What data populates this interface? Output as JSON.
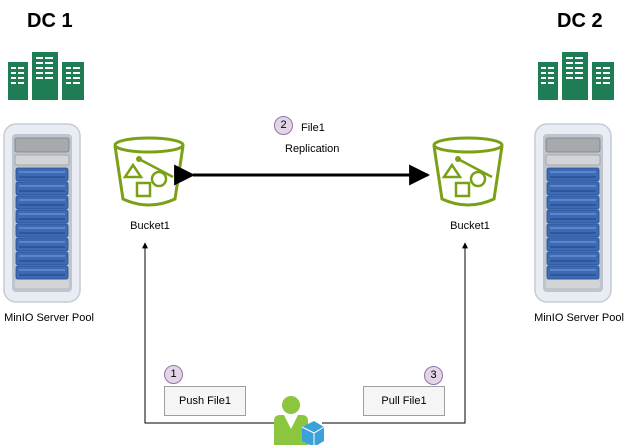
{
  "dc1": {
    "title": "DC 1",
    "pool_label": "MinIO Server Pool",
    "bucket_label": "Bucket1"
  },
  "dc2": {
    "title": "DC 2",
    "pool_label": "MinIO Server Pool",
    "bucket_label": "Bucket1"
  },
  "replication": {
    "step": "2",
    "line1": "File1",
    "line2": "Replication"
  },
  "push": {
    "step": "1",
    "label": "Push File1"
  },
  "pull": {
    "step": "3",
    "label": "Pull File1"
  },
  "icons": {
    "servers": "server-rack-icon",
    "pool": "server-pool-icon",
    "bucket": "bucket-icon",
    "user": "user-icon"
  },
  "colors": {
    "server_green": "#1e7d55",
    "bucket_green": "#7aa116",
    "rack_blue": "#3d6ab4",
    "rack_gray": "#9e9e9e",
    "badge_fill": "#e1d5e7",
    "badge_stroke": "#9673a6",
    "user_green": "#8cc63f",
    "user_blue": "#3aa2d8"
  }
}
